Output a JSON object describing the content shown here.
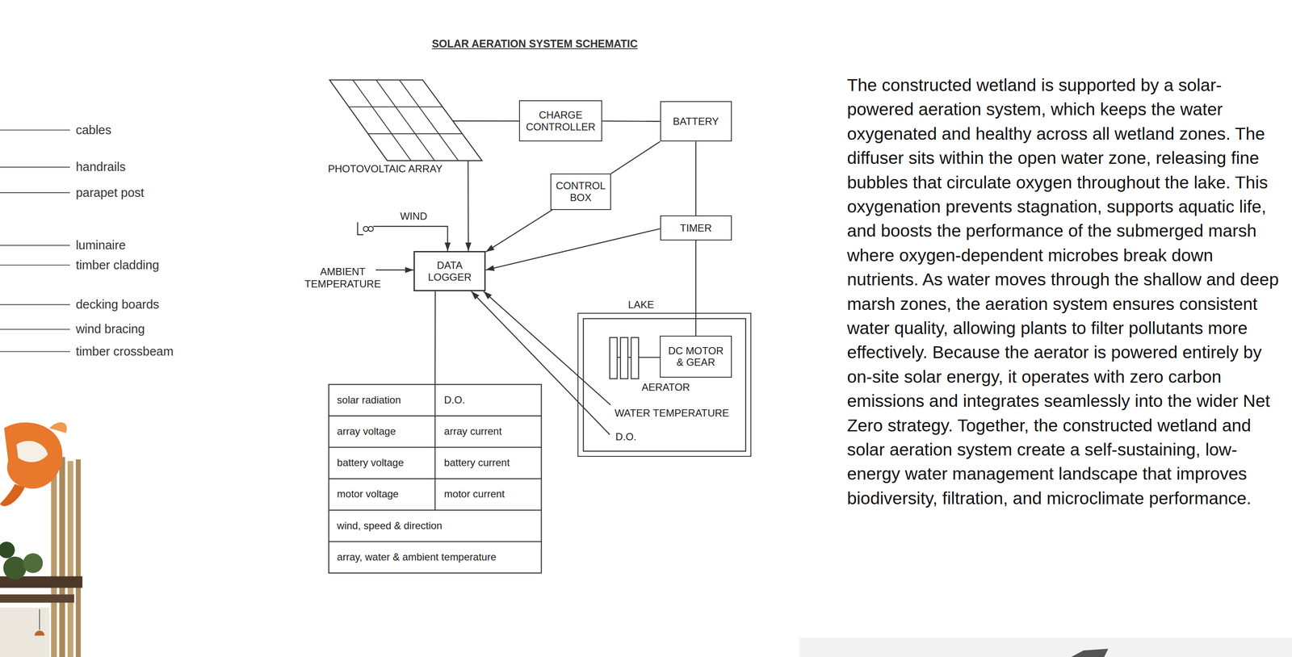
{
  "diagram": {
    "title": "SOLAR AERATION SYSTEM SCHEMATIC",
    "nodes": [
      {
        "text": [
          "PHOTOVOLTAIC ARRAY"
        ]
      },
      {
        "text": [
          "CHARGE CONTROLLER"
        ]
      },
      {
        "text": [
          "BATTERY"
        ]
      },
      {
        "text": [
          "CONTROL BOX"
        ]
      },
      {
        "text": [
          "TIMER"
        ]
      },
      {
        "text": [
          "DATA LOGGER"
        ]
      },
      {
        "text": [
          "LAKE"
        ]
      },
      {
        "text": [
          "DC MOTOR & GEAR"
        ],
        "in": 6
      }
    ],
    "edges": [
      {
        "from": 0,
        "to": 1,
        "arrow": "none"
      },
      {
        "from": 1,
        "to": 2,
        "arrow": "none"
      },
      {
        "from": 2,
        "to": 3,
        "arrow": "none"
      },
      {
        "from": 2,
        "to": 4,
        "arrow": "none"
      },
      {
        "from": 0,
        "to": 5,
        "arrow": "to"
      },
      {
        "from": 3,
        "to": 5,
        "arrow": "to"
      },
      {
        "from": 4,
        "to": 5,
        "arrow": "to"
      },
      {
        "from": 4,
        "to": 7,
        "arrow": "none"
      }
    ],
    "labels": [
      "cables",
      "handrails",
      "parapet post",
      "luminaire",
      "timber cladding",
      "decking boards",
      "wind bracing",
      "timber crossbeam",
      "WIND",
      "AMBIENT TEMPERATURE",
      "AERATOR",
      "WATER TEMPERATURE",
      "D.O.",
      "solar radiation",
      "D.O.",
      "array voltage",
      "array current",
      "battery voltage",
      "battery current",
      "motor voltage",
      "motor current",
      "wind, speed & direction",
      "array, water & ambient temperature",
      "The constructed wetland is supported by a solar-powered aeration system, which keeps the water oxygenated and healthy across all wetland zones. The diffuser sits within the open water zone, releasing fine bubbles that circulate oxygen throughout the lake. This oxygenation prevents stagnation, supports aquatic life, and boosts the performance of the submerged marsh where oxygen-dependent microbes break down nutrients. As water moves through the shallow and deep marsh zones, the aeration system ensures consistent water quality, allowing plants to filter pollutants more effectively. Because the aerator is powered entirely by on-site solar energy, it operates with zero carbon emissions and integrates seamlessly into the wider Net Zero strategy. Together, the constructed wetland and solar aeration system create a self-sustaining, low-energy water management landscape that improves biodiversity, filtration, and microclimate performance."
    ]
  }
}
